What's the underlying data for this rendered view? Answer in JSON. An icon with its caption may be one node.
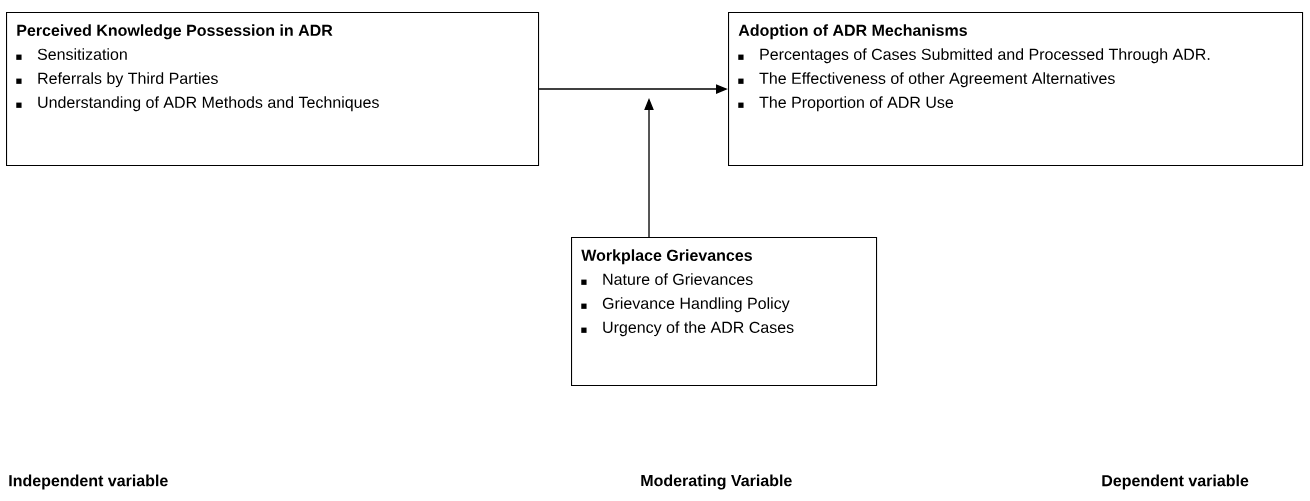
{
  "diagram": {
    "nodes": [
      {
        "text": [
          "Perceived Knowledge Possession in ADR",
          "Sensitization",
          "Referrals by Third Parties",
          "Understanding of ADR Methods and Techniques"
        ]
      },
      {
        "text": [
          "Adoption of ADR Mechanisms",
          "Percentages of Cases Submitted and Processed Through ADR.",
          "The Effectiveness of other Agreement Alternatives",
          "The Proportion of ADR Use"
        ]
      },
      {
        "text": [
          "Workplace Grievances",
          "Nature of Grievances",
          "Grievance Handling Policy",
          "Urgency of the ADR Cases"
        ]
      }
    ],
    "edges": [
      {
        "from": 0,
        "to": 1,
        "arrow": "to"
      },
      {
        "from": 2,
        "to": null,
        "arrow": "to"
      }
    ],
    "labels": [
      "Independent variable",
      "Moderating Variable",
      "Dependent variable"
    ]
  }
}
